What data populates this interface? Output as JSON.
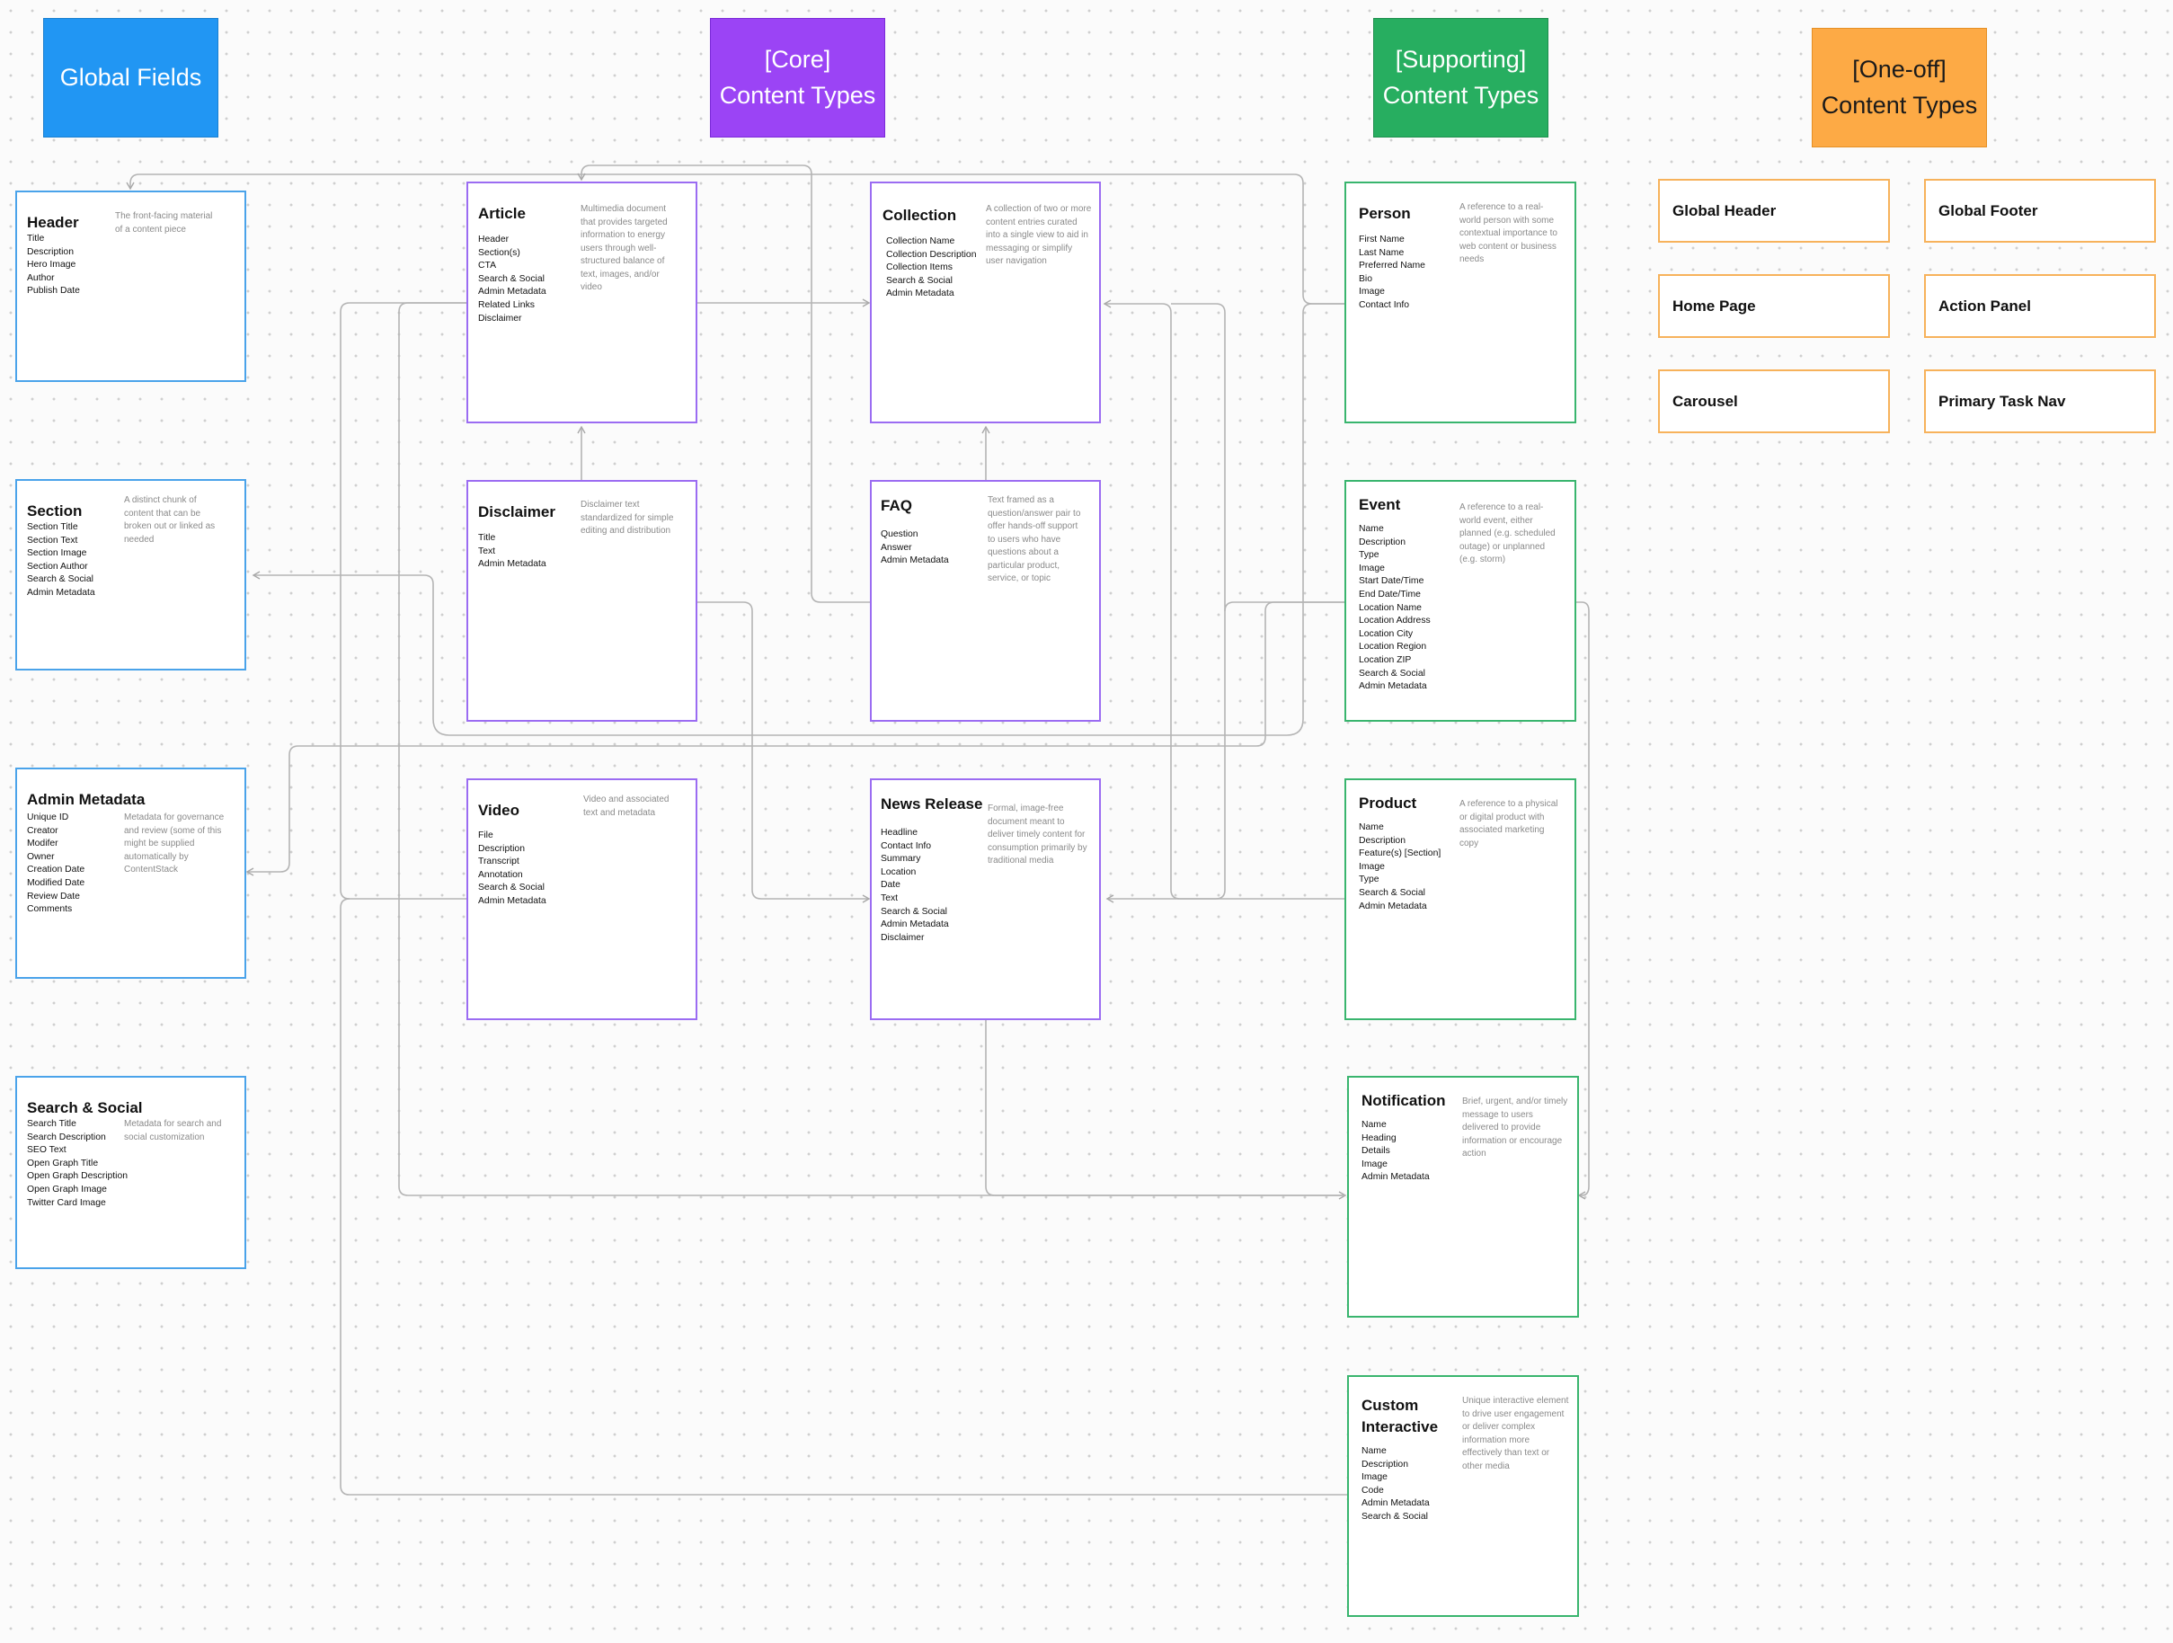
{
  "colors": {
    "global": "#2196f3",
    "core": "#9b44f5",
    "supporting": "#27ae60",
    "oneoff": "#fdaa45",
    "connector": "#b4b4b4"
  },
  "headers": {
    "global": "Global Fields",
    "core_line1": "[Core]",
    "core_line2": "Content Types",
    "supporting_line1": "[Supporting]",
    "supporting_line2": "Content Types",
    "oneoff_line1": "[One-off]",
    "oneoff_line2": "Content Types"
  },
  "cards": {
    "header": {
      "title": "Header",
      "fields": [
        "Title",
        "Description",
        "Hero Image",
        "Author",
        "Publish Date"
      ],
      "desc": "The front-facing material of a content piece"
    },
    "section": {
      "title": "Section",
      "fields": [
        "Section Title",
        "Section Text",
        "Section Image",
        "Section Author",
        "Search & Social",
        "Admin Metadata"
      ],
      "desc": "A distinct chunk of content that can be broken out or linked as needed"
    },
    "admin_metadata": {
      "title": "Admin Metadata",
      "fields": [
        "Unique ID",
        "Creator",
        "Modifer",
        "Owner",
        "Creation Date",
        "Modified Date",
        "Review Date",
        "Comments"
      ],
      "desc": "Metadata for governance and review (some of this might be supplied automatically by ContentStack"
    },
    "search_social": {
      "title": "Search & Social",
      "fields": [
        "Search Title",
        "Search Description",
        "SEO Text",
        "Open Graph Title",
        "Open Graph Description",
        "Open Graph Image",
        "Twitter Card Image"
      ],
      "desc": "Metadata for search and social customization"
    },
    "article": {
      "title": "Article",
      "fields": [
        "Header",
        "Section(s)",
        "CTA",
        "Search & Social",
        "Admin Metadata",
        "Related Links",
        "Disclaimer"
      ],
      "desc": "Multimedia document that provides targeted information to energy users through well-structured balance of text, images, and/or video"
    },
    "disclaimer": {
      "title": "Disclaimer",
      "fields": [
        "Title",
        "Text",
        "Admin Metadata"
      ],
      "desc": "Disclaimer text standardized for simple editing and distribution"
    },
    "video": {
      "title": "Video",
      "fields": [
        "File",
        "Description",
        "Transcript",
        "Annotation",
        "Search & Social",
        "Admin Metadata"
      ],
      "desc": "Video and associated text and metadata"
    },
    "collection": {
      "title": "Collection",
      "fields": [
        "Collection Name",
        "Collection Description",
        "Collection Items",
        "Search & Social",
        "Admin Metadata"
      ],
      "desc": "A collection of two or more content entries curated into a single view to aid in messaging or simplify user navigation"
    },
    "faq": {
      "title": "FAQ",
      "fields": [
        "Question",
        "Answer",
        "Admin Metadata"
      ],
      "desc": "Text framed as a question/answer pair to offer hands-off support to users who have questions about a particular product, service, or topic"
    },
    "news_release": {
      "title": "News Release",
      "fields": [
        "Headline",
        "Contact Info",
        "Summary",
        "Location",
        "Date",
        "Text",
        "Search & Social",
        "Admin Metadata",
        "Disclaimer"
      ],
      "desc": "Formal, image-free document meant to deliver timely content for consumption primarily by traditional media"
    },
    "person": {
      "title": "Person",
      "fields": [
        "First Name",
        "Last Name",
        "Preferred Name",
        "Bio",
        "Image",
        "Contact Info"
      ],
      "desc": "A reference to a real-world person with some contextual importance to web content or business needs"
    },
    "event": {
      "title": "Event",
      "fields": [
        "Name",
        "Description",
        "Type",
        "Image",
        "Start Date/Time",
        "End Date/Time",
        "Location Name",
        "Location Address",
        "Location City",
        "Location Region",
        "Location ZIP",
        "Search & Social",
        "Admin Metadata"
      ],
      "desc": "A reference to a real-world event, either planned (e.g. scheduled outage) or unplanned (e.g. storm)"
    },
    "product": {
      "title": "Product",
      "fields": [
        "Name",
        "Description",
        "Feature(s) [Section]",
        "Image",
        "Type",
        "Search & Social",
        "Admin Metadata"
      ],
      "desc": "A reference to a physical or digital product with associated marketing copy"
    },
    "notification": {
      "title": "Notification",
      "fields": [
        "Name",
        "Heading",
        "Details",
        "Image",
        "Admin Metadata"
      ],
      "desc": "Brief, urgent, and/or timely message to users delivered to provide information or encourage action"
    },
    "custom_interactive": {
      "title_line1": "Custom",
      "title_line2": "Interactive",
      "fields": [
        "Name",
        "Description",
        "Image",
        "Code",
        "Admin Metadata",
        "Search & Social"
      ],
      "desc": "Unique interactive element to drive user engagement or deliver complex information more effectively than text or other media"
    }
  },
  "oneoff_items": [
    "Global Header",
    "Global Footer",
    "Home Page",
    "Action Panel",
    "Carousel",
    "Primary Task Nav"
  ]
}
